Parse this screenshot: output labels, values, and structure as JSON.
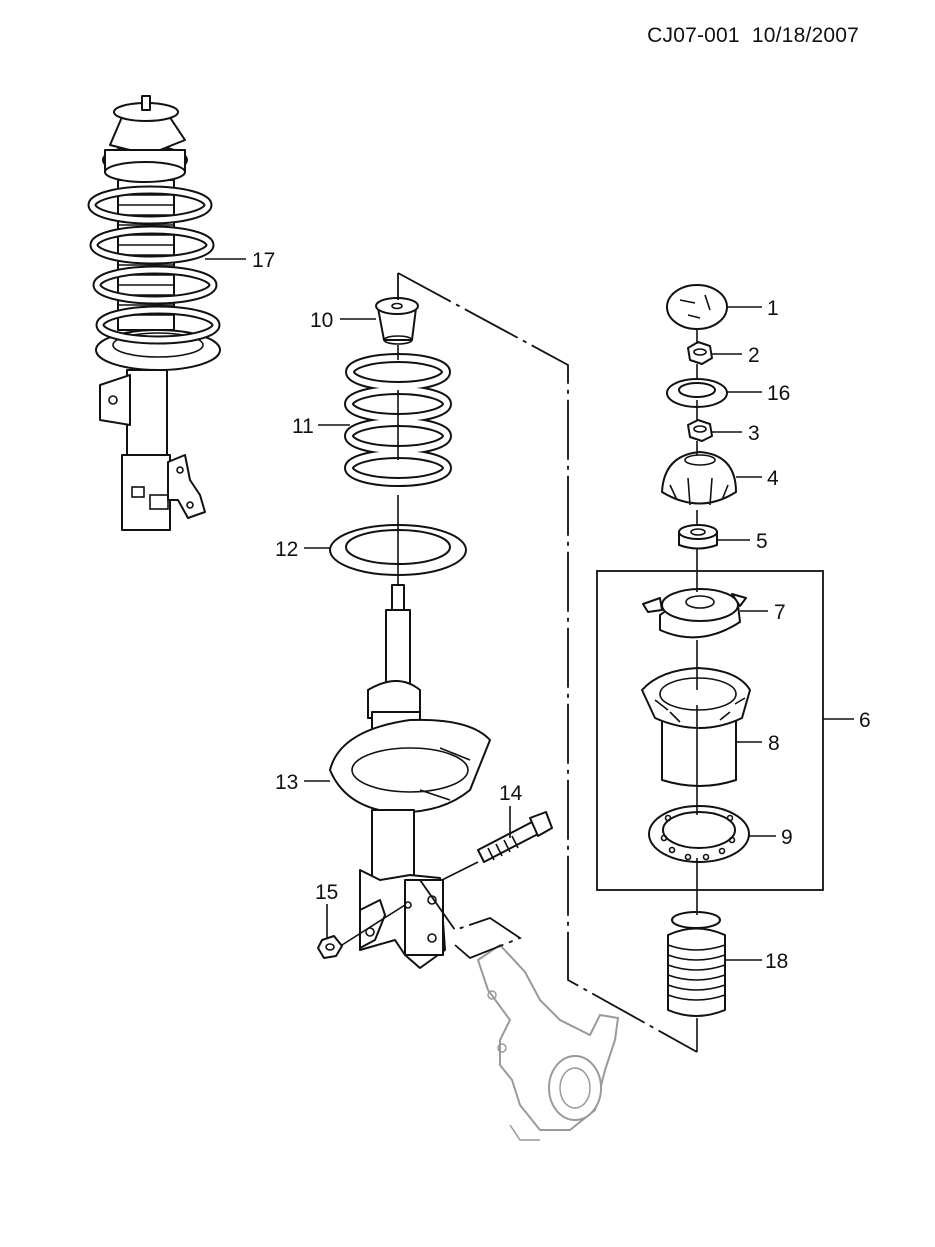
{
  "header": {
    "doc_id": "CJ07-001",
    "date": "10/18/2007"
  },
  "callouts": [
    "1",
    "2",
    "3",
    "4",
    "5",
    "6",
    "7",
    "8",
    "9",
    "10",
    "11",
    "12",
    "13",
    "14",
    "15",
    "16",
    "17",
    "18"
  ]
}
